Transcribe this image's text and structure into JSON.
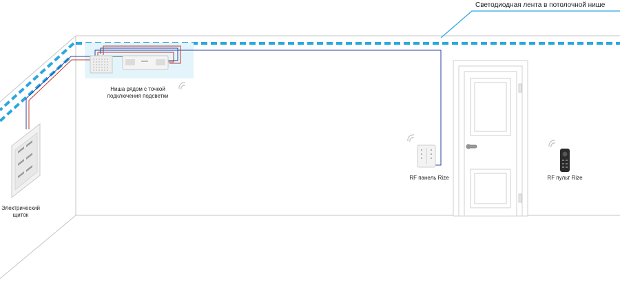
{
  "labels": {
    "led_strip": "Светодиодная лента в потолочной нише",
    "niche_line1": "Ниша рядом с точкой",
    "niche_line2": "подключения подсветки",
    "panel": "RF панель Rize",
    "remote": "RF пульт Rize",
    "shield_line1": "Электрический",
    "shield_line2": "щиток"
  },
  "colors": {
    "led_strip": "#2aa7df",
    "wall_line": "#bfbfbf",
    "cable_blue": "#2b3fa0",
    "cable_red": "#c0392b",
    "niche_fill": "#e4f4fb"
  }
}
